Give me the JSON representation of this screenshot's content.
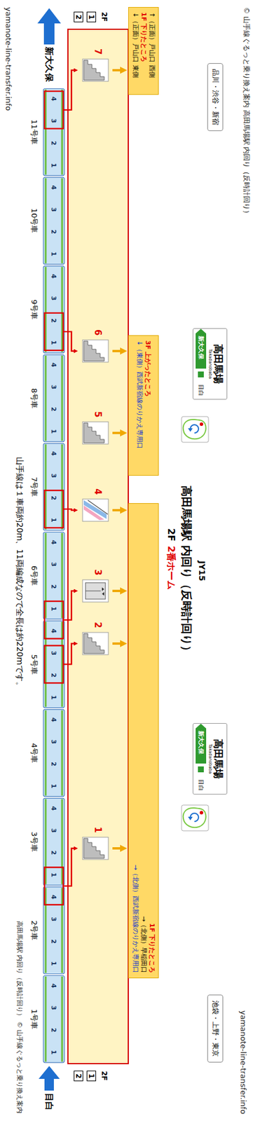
{
  "diagram": {
    "title": "高田馬場駅 内回り（反時計回り）",
    "nodes": [
      {
        "text": [
          "品川・渋谷・新宿"
        ]
      },
      {
        "text": [
          "↑（正面）戸山口 西側",
          "1F 下りたところ",
          "↓（正面）戸山口 東側"
        ]
      },
      {
        "text": [
          "7"
        ]
      },
      {
        "text": [
          "高田馬場",
          "Takadanobaba",
          "新大久保",
          "目白"
        ]
      },
      {
        "text": [
          "3F 上がったところ",
          "↓（東側）西武新宿線のりかえ専用口"
        ]
      },
      {
        "text": [
          "6"
        ]
      },
      {
        "text": [
          "5"
        ]
      },
      {
        "text": [
          "4"
        ]
      },
      {
        "text": [
          "3"
        ]
      },
      {
        "text": [
          "2"
        ]
      },
      {
        "text": [
          "高田馬場",
          "Takadanobaba",
          "新大久保",
          "目白"
        ]
      },
      {
        "text": [
          "1F 下りたところ",
          "→（北側）早稲田口",
          "→（北側）西武新宿線のりかえ専用口"
        ]
      },
      {
        "text": [
          "1"
        ]
      },
      {
        "text": [
          "池袋・上野・東京"
        ]
      }
    ],
    "edges": [
      {
        "from": 2,
        "to": 1,
        "arrow": "to"
      },
      {
        "from": 5,
        "to": 4,
        "arrow": "to"
      },
      {
        "from": 6,
        "to": 4,
        "arrow": "to"
      },
      {
        "from": 7,
        "to": 11,
        "arrow": "to"
      },
      {
        "from": 8,
        "to": 11,
        "arrow": "to"
      },
      {
        "from": 9,
        "to": 11,
        "arrow": "to"
      },
      {
        "from": 12,
        "to": 11,
        "arrow": "to"
      }
    ],
    "labels": [
      "© 山手線ぐるっと乗り換え案内 高田馬場駅 内回り（反時計回り）",
      "yamanote-line-transfer.info",
      "2F",
      "1",
      "2",
      "新大久保",
      "JY15",
      "2F",
      "2番ホーム",
      "11号車",
      "10号車",
      "9号車",
      "8号車",
      "7号車",
      "6号車",
      "5号車",
      "4号車",
      "3号車",
      "2号車",
      "1号車",
      "4",
      "3",
      "2",
      "1",
      "4",
      "3",
      "2",
      "1",
      "4",
      "3",
      "2",
      "1",
      "4",
      "3",
      "2",
      "1",
      "4",
      "3",
      "2",
      "1",
      "4",
      "3",
      "2",
      "1",
      "4",
      "3",
      "2",
      "1",
      "4",
      "3",
      "2",
      "1",
      "4",
      "3",
      "2",
      "1",
      "4",
      "3",
      "2",
      "1",
      "4",
      "3",
      "2",
      "1",
      "山手線は１車両約20m、11両編成なので全長は約220mです。",
      "2F",
      "1",
      "2",
      "目白",
      "高田馬場駅 内回り（反時計回り） © 山手線ぐるっと乗り換え案内",
      "yamanote-line-transfer.info"
    ]
  }
}
